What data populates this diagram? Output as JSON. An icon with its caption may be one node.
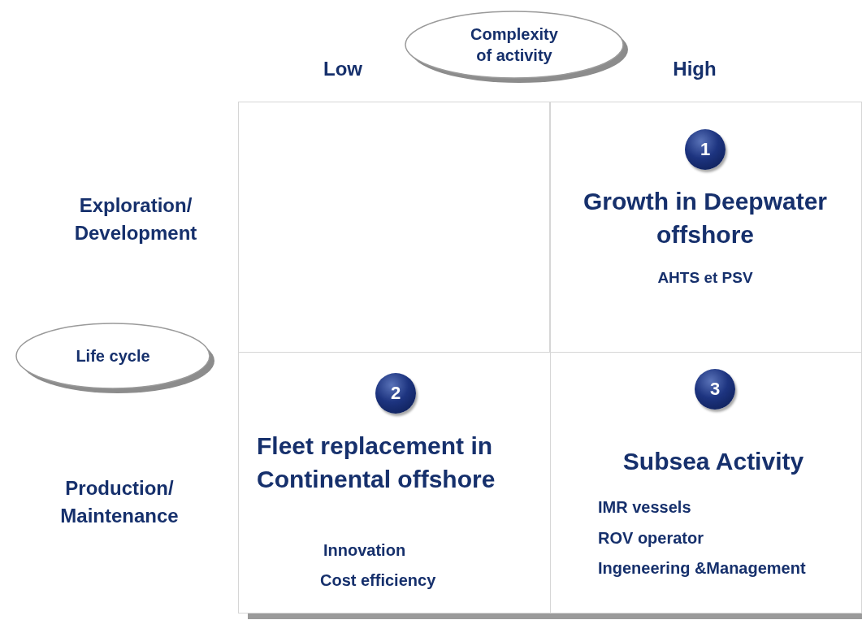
{
  "diagram": {
    "nodes": [
      {
        "text": [
          "Complexity of activity"
        ]
      },
      {
        "text": [
          "Life cycle"
        ]
      },
      {
        "text": [],
        "shape": "box"
      },
      {
        "text": [
          "Growth in Deepwater offshore",
          "AHTS et PSV"
        ]
      },
      {
        "text": [
          "1"
        ],
        "in": 3
      },
      {
        "text": [
          "Fleet replacement in Continental offshore",
          "Innovation",
          "Cost efficiency"
        ]
      },
      {
        "text": [
          "2"
        ],
        "in": 5
      },
      {
        "text": [
          "Subsea Activity",
          "IMR vessels",
          "ROV operator",
          "Ingeneering &Management"
        ]
      },
      {
        "text": [
          "3"
        ],
        "in": 7
      }
    ],
    "edges": [],
    "labels": [
      "Low",
      "High",
      "Exploration/ Development",
      "Production/ Maintenance"
    ]
  }
}
